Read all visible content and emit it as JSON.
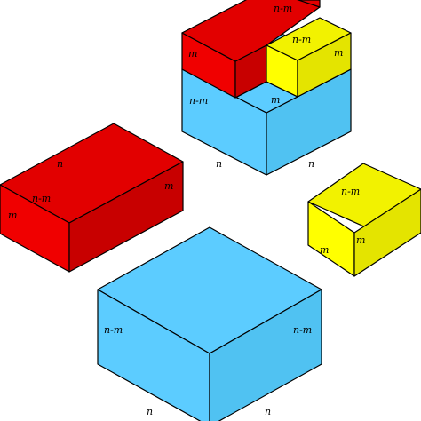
{
  "colors": {
    "red": "#f00000",
    "red_top": "#e20000",
    "red_side": "#c80000",
    "yellow": "#ffff00",
    "yellow_top": "#f2f200",
    "yellow_side": "#e4e400",
    "blue": "#5cccff",
    "blue_top": "#5cccff",
    "blue_side": "#50c2f2",
    "edge": "#000000"
  },
  "labels": {
    "red_block": {
      "top": "n",
      "front_left": "n-m",
      "left_side": "m",
      "right_side": "m"
    },
    "yellow_block": {
      "top": "n-m",
      "right_side": "m",
      "left_side": "m"
    },
    "blue_block": {
      "left_side": "n-m",
      "right_side": "n-m",
      "bottom_left": "n",
      "bottom_right": "n"
    },
    "assembly": {
      "red_top": "n-m",
      "red_side": "m",
      "yellow_top": "n-m",
      "yellow_side": "m",
      "blue_left": "n-m",
      "blue_inner": "m",
      "bottom_left": "n",
      "bottom_right": "n"
    }
  }
}
